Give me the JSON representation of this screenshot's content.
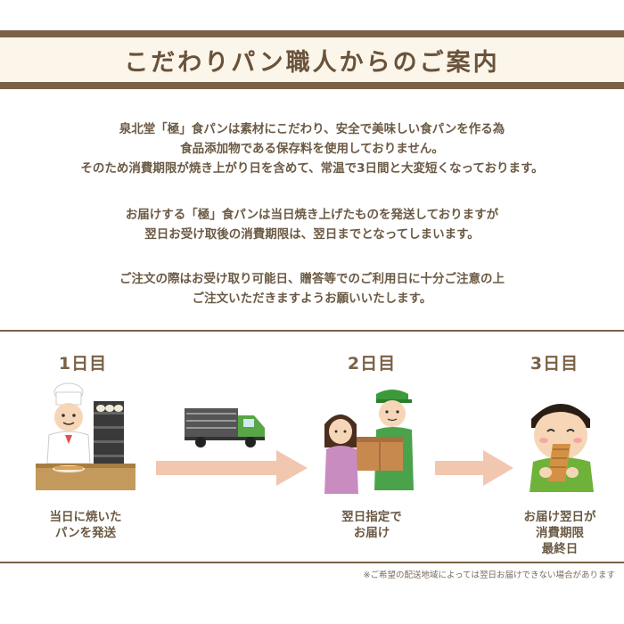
{
  "header": {
    "title": "こだわりパン職人からのご案内"
  },
  "notice": {
    "paragraph1": [
      "泉北堂「極」食パンは素材にこだわり、安全で美味しい食パンを作る為",
      "食品添加物である保存料を使用しておりません。",
      "そのため消費期限が焼き上がり日を含めて、常温で3日間と大変短くなっております。"
    ],
    "paragraph2": [
      "お届けする「極」食パンは当日焼き上げたものを発送しておりますが",
      "翌日お受け取後の消費期限は、翌日までとなってしまいます。"
    ],
    "paragraph3": [
      "ご注文の際はお受け取り可能日、贈答等でのご利用日に十分ご注意の上",
      "ご注文いただきますようお願いいたします。"
    ]
  },
  "timeline": {
    "days": [
      {
        "label": "1日目",
        "caption": [
          "当日に焼いた",
          "パンを発送"
        ]
      },
      {
        "label": "2日目",
        "caption": [
          "翌日指定で",
          "お届け"
        ]
      },
      {
        "label": "3日目",
        "caption": [
          "お届け翌日が",
          "消費期限",
          "最終日"
        ]
      }
    ]
  },
  "footnote": "※ご希望の配送地域によっては翌日お届けできない場合があります",
  "colors": {
    "brown": "#7b6146",
    "banner_bg": "#fbf6e9",
    "arrow": "#f2c7b0",
    "text": "#6b5a44"
  },
  "icons": [
    "baker-icon",
    "delivery-truck-icon",
    "courier-icon",
    "child-eating-bread-icon",
    "arrow-right-icon"
  ]
}
